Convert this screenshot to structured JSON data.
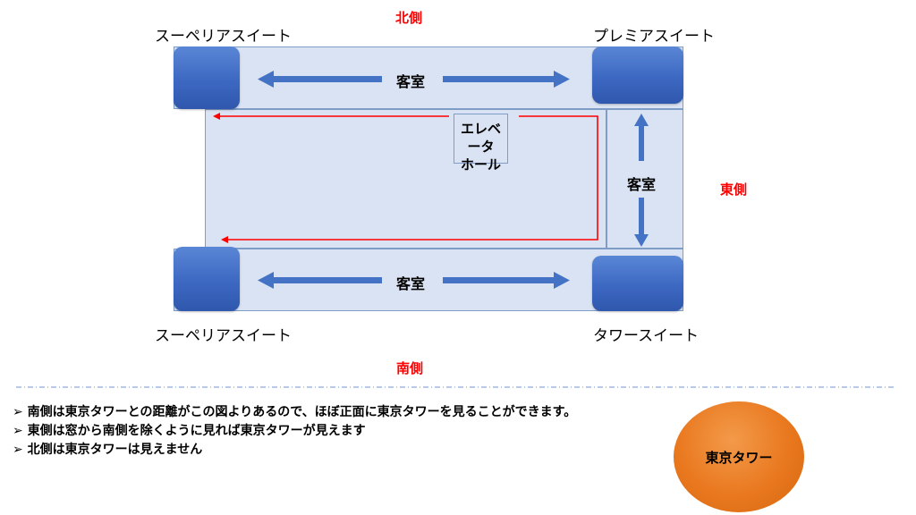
{
  "compass": {
    "north": "北側",
    "south": "南側",
    "east": "東側"
  },
  "suites": {
    "top_left": "スーペリアスイート",
    "top_right": "プレミアスイート",
    "bottom_left": "スーペリアスイート",
    "bottom_right": "タワースイート"
  },
  "rooms": {
    "top": "客室",
    "right": "客室",
    "bottom": "客室"
  },
  "elevator_hall": {
    "line1": "エレベータ",
    "line2": "ホール"
  },
  "notes": [
    "南側は東京タワーとの距離がこの図よりあるので、ほぼ正面に東京タワーを見ることができます。",
    "東側は窓から南側を除くように見れば東京タワーが見えます",
    "北側は東京タワーは見えません"
  ],
  "bullet_glyph": "➢",
  "tower_label": "東京タワー",
  "colors": {
    "room_fill": "#dae3f3",
    "suite_fill": "#4472c4",
    "arrow_blue": "#4472c4",
    "path_red": "#ff0000",
    "direction_red": "#ff0000",
    "tower_orange": "#ed7d31",
    "separator": "#8faadc"
  }
}
